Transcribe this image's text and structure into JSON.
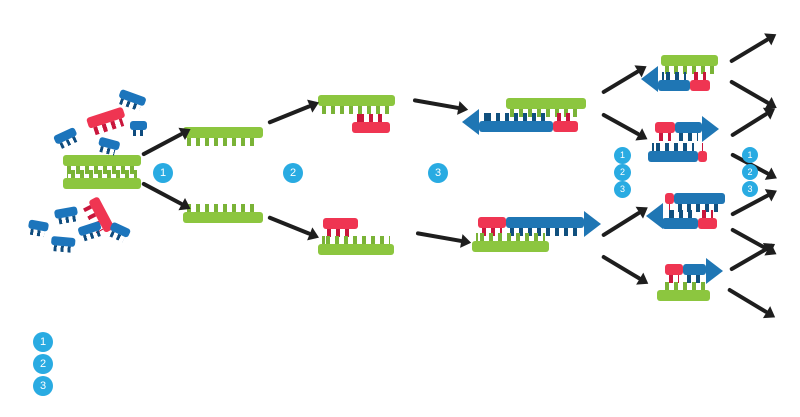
{
  "diagram_title": "pcr-cycle-schematic",
  "badges": {
    "step1": "1",
    "step2": "2",
    "step3": "3",
    "mid": [
      "1",
      "2",
      "3"
    ],
    "right": [
      "1",
      "2",
      "3"
    ],
    "legend": [
      "1",
      "2",
      "3"
    ]
  },
  "colors": {
    "green": "#8CC63F",
    "greenT": "#7AB337",
    "red": "#EF3552",
    "redT": "#C9163C",
    "blue": "#1F76B4",
    "blueT": "#11507E",
    "nblue": "#1C75BC",
    "nblueT": "#0F4C7E",
    "badge": "#29ABE2",
    "black": "#1E1E1E",
    "bg": "#FFFFFF"
  }
}
